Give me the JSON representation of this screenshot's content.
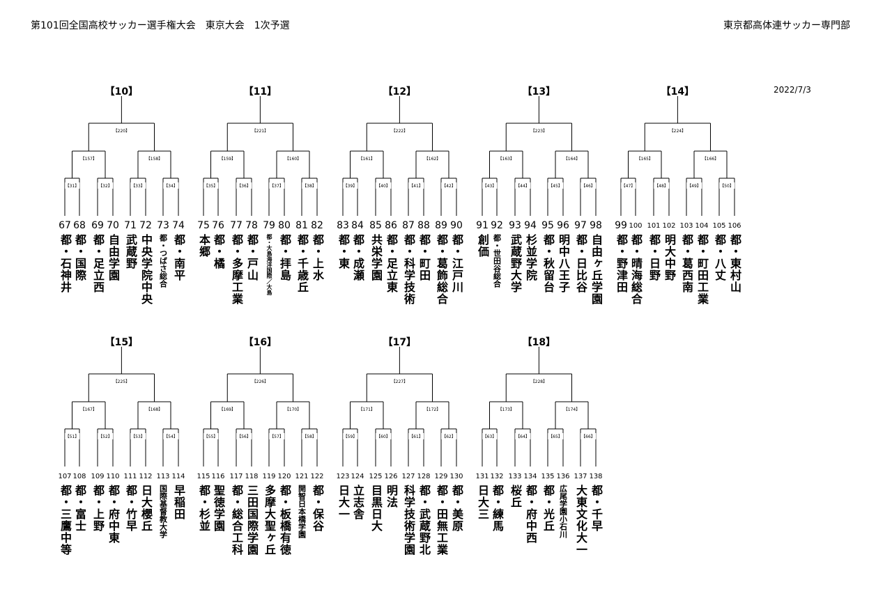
{
  "header": {
    "title": "第101回全国高校サッカー選手権大会　東京大会　1次予選",
    "organizer": "東京都高体連サッカー専門部",
    "date": "2022/7/3"
  },
  "brackets": [
    {
      "label": "【10】",
      "final": "【220】",
      "semis": [
        "【157】",
        "【158】"
      ],
      "firsts": [
        "【31】",
        "【32】",
        "【33】",
        "【34】"
      ],
      "numbers": [
        "67",
        "68",
        "69",
        "70",
        "71",
        "72",
        "73",
        "74"
      ],
      "teams": [
        "都・石神井",
        "都・国際",
        "都・足立西",
        "自由学園",
        "武蔵野",
        "中央学院中央",
        "都・つばさ総合",
        "都・南平"
      ]
    },
    {
      "label": "【11】",
      "final": "【221】",
      "semis": [
        "【159】",
        "【160】"
      ],
      "firsts": [
        "【35】",
        "【36】",
        "【37】",
        "【38】"
      ],
      "numbers": [
        "75",
        "76",
        "77",
        "78",
        "79",
        "80",
        "81",
        "82"
      ],
      "teams": [
        "本郷",
        "都・橘",
        "都・多摩工業",
        "都・戸山",
        "都・大島海洋国際／大島",
        "都・拝島",
        "都・千歳丘",
        "都・上水"
      ]
    },
    {
      "label": "【12】",
      "final": "【222】",
      "semis": [
        "【161】",
        "【162】"
      ],
      "firsts": [
        "【39】",
        "【40】",
        "【41】",
        "【42】"
      ],
      "numbers": [
        "83",
        "84",
        "85",
        "86",
        "87",
        "88",
        "89",
        "90"
      ],
      "teams": [
        "都・東",
        "都・成瀬",
        "共栄学園",
        "都・足立東",
        "都・科学技術",
        "都・町田",
        "都・葛飾総合",
        "都・江戸川"
      ]
    },
    {
      "label": "【13】",
      "final": "【223】",
      "semis": [
        "【163】",
        "【164】"
      ],
      "firsts": [
        "【43】",
        "【44】",
        "【45】",
        "【46】"
      ],
      "numbers": [
        "91",
        "92",
        "93",
        "94",
        "95",
        "96",
        "97",
        "98"
      ],
      "teams": [
        "創価",
        "都・世田谷総合",
        "武蔵野大学",
        "杉並学院",
        "都・秋留台",
        "明中八王子",
        "都・日比谷",
        "自由ヶ丘学園"
      ]
    },
    {
      "label": "【14】",
      "final": "【224】",
      "semis": [
        "【165】",
        "【166】"
      ],
      "firsts": [
        "【47】",
        "【48】",
        "【49】",
        "【50】"
      ],
      "numbers": [
        "99",
        "100",
        "101",
        "102",
        "103",
        "104",
        "105",
        "106"
      ],
      "teams": [
        "都・野津田",
        "都・晴海総合",
        "都・日野",
        "明大中野",
        "都・葛西南",
        "都・町田工業",
        "都・八丈",
        "都・東村山"
      ]
    },
    {
      "label": "【15】",
      "final": "【225】",
      "semis": [
        "【167】",
        "【168】"
      ],
      "firsts": [
        "【51】",
        "【52】",
        "【53】",
        "【54】"
      ],
      "numbers": [
        "107",
        "108",
        "109",
        "110",
        "111",
        "112",
        "113",
        "114"
      ],
      "teams": [
        "都・三鷹中等",
        "都・富士",
        "都・上野",
        "都・府中東",
        "都・竹早",
        "日大櫻丘",
        "国際基督教大学",
        "早稲田"
      ]
    },
    {
      "label": "【16】",
      "final": "【226】",
      "semis": [
        "【169】",
        "【170】"
      ],
      "firsts": [
        "【55】",
        "【56】",
        "【57】",
        "【58】"
      ],
      "numbers": [
        "115",
        "116",
        "117",
        "118",
        "119",
        "120",
        "121",
        "122"
      ],
      "teams": [
        "都・杉並",
        "聖徳学園",
        "都・総合工科",
        "三田国際学園",
        "多摩大聖ヶ丘",
        "都・板橋有徳",
        "開智日本橋学園",
        "都・保谷"
      ]
    },
    {
      "label": "【17】",
      "final": "【227】",
      "semis": [
        "【171】",
        "【172】"
      ],
      "firsts": [
        "【59】",
        "【60】",
        "【61】",
        "【62】"
      ],
      "numbers": [
        "123",
        "124",
        "125",
        "126",
        "127",
        "128",
        "129",
        "130"
      ],
      "teams": [
        "日大一",
        "立志舎",
        "目黒日大",
        "明法",
        "科学技術学園",
        "都・武蔵野北",
        "都・田無工業",
        "都・美原"
      ]
    },
    {
      "label": "【18】",
      "final": "【228】",
      "semis": [
        "【173】",
        "【174】"
      ],
      "firsts": [
        "【63】",
        "【64】",
        "【65】",
        "【66】"
      ],
      "numbers": [
        "131",
        "132",
        "133",
        "134",
        "135",
        "136",
        "137",
        "138"
      ],
      "teams": [
        "日大三",
        "都・練馬",
        "桜丘",
        "都・府中西",
        "都・光丘",
        "広尾学園小石川",
        "大東文化大一",
        "都・千早"
      ]
    }
  ]
}
